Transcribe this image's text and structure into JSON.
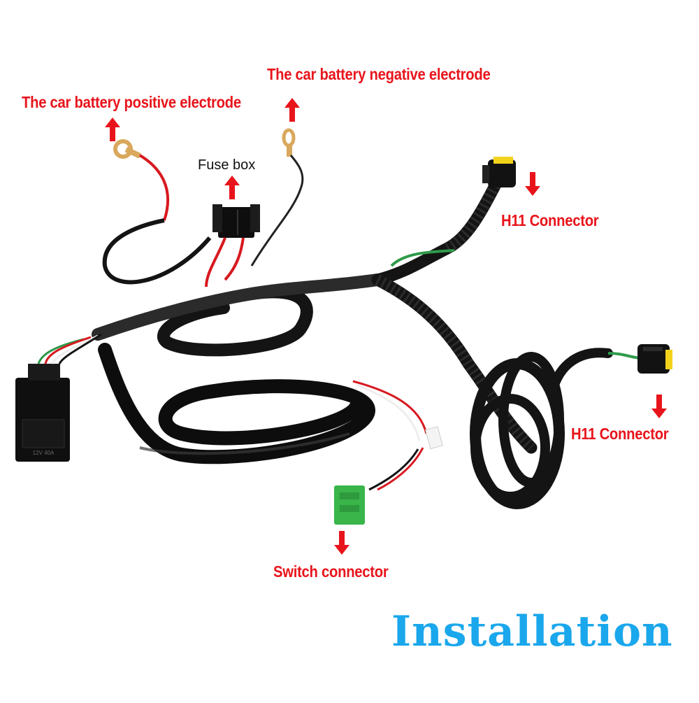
{
  "labels": {
    "battery_positive": "The car battery positive electrode",
    "battery_negative": "The car battery negative electrode",
    "fuse_box": "Fuse box",
    "h11_connector_1": "H11 Connector",
    "h11_connector_2": "H11 Connector",
    "switch_connector": "Switch  connector"
  },
  "title": "Installation",
  "relay_text": "12V 40A",
  "colors": {
    "label_red": "#e8141b",
    "title_blue": "#1aa7ec",
    "harness_black": "#141414",
    "wire_red": "#d7191f",
    "wire_green": "#2f9a4a",
    "switch_green": "#39b54a",
    "connector_yellow": "#f3d21c"
  }
}
